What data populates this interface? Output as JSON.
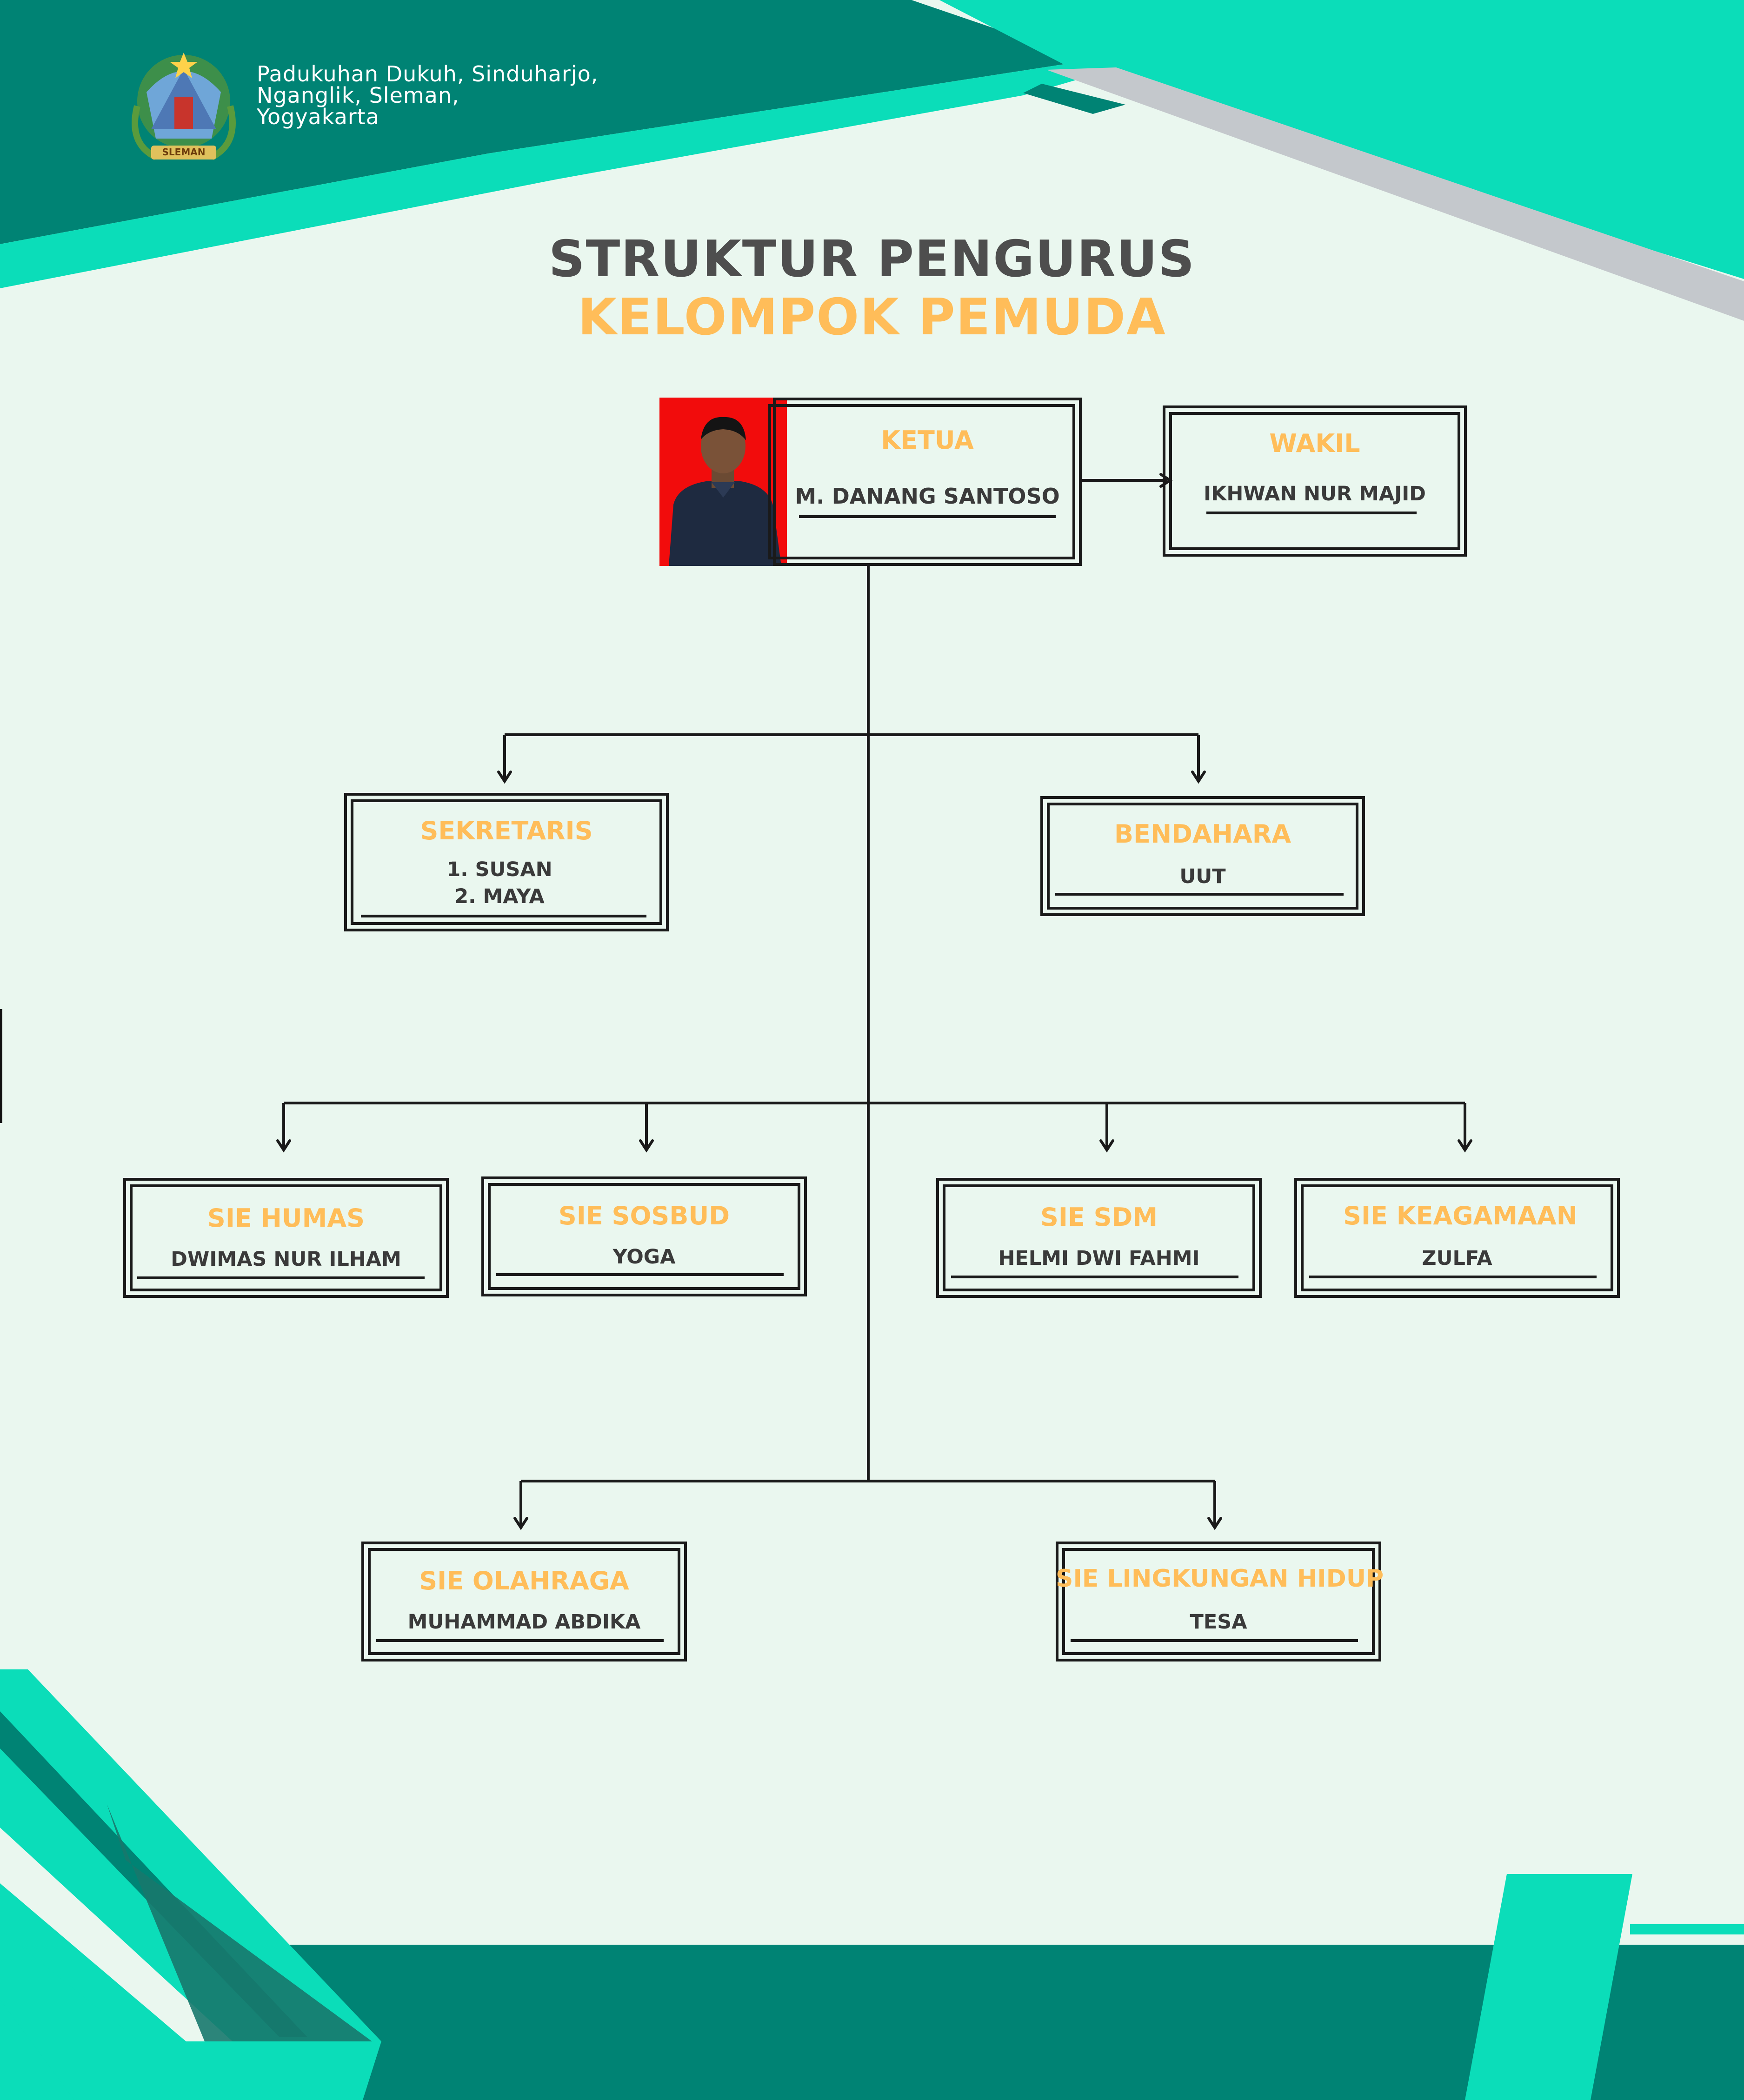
{
  "header": {
    "location_lines": [
      "Padukuhan Dukuh, Sinduharjo,",
      "Nganglik, Sleman,",
      "Yogyakarta"
    ],
    "logo": {
      "icon": "sleman-regency-emblem-icon",
      "banner_text": "SLEMAN"
    }
  },
  "title": {
    "line1": "STRUKTUR PENGURUS",
    "line2": "KELOMPOK PEMUDA"
  },
  "colors": {
    "background": "#eaf7ef",
    "dark_teal": "#008374",
    "light_teal": "#0bddb9",
    "gray_stripe": "#c4c8cc",
    "title_gray": "#4e4e4e",
    "accent_orange": "#ffbd59",
    "photo_background": "#f20c0c"
  },
  "org": {
    "ketua": {
      "role": "KETUA",
      "name": "M. DANANG SANTOSO",
      "photo_icon": "person-photo-icon"
    },
    "wakil": {
      "role": "WAKIL",
      "name": "IKHWAN NUR MAJID"
    },
    "sekretaris": {
      "role": "SEKRETARIS",
      "names": [
        "1.  SUSAN",
        "2. MAYA"
      ]
    },
    "bendahara": {
      "role": "BENDAHARA",
      "name": "UUT"
    },
    "sie_humas": {
      "role": "SIE HUMAS",
      "name": "DWIMAS NUR ILHAM"
    },
    "sie_sosbud": {
      "role": "SIE SOSBUD",
      "name": "YOGA"
    },
    "sie_sdm": {
      "role": "SIE SDM",
      "name": "HELMI DWI FAHMI"
    },
    "sie_keagamaan": {
      "role": "SIE KEAGAMAAN",
      "name": "ZULFA"
    },
    "sie_olahraga": {
      "role": "SIE OLAHRAGA",
      "name": "MUHAMMAD ABDIKA"
    },
    "sie_lingkungan_hidup": {
      "role": "SIE LINGKUNGAN HIDUP",
      "name": "TESA"
    }
  }
}
